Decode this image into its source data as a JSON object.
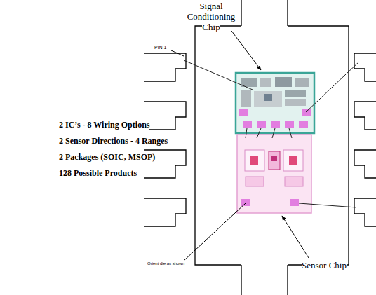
{
  "diagram": {
    "labels": [
      "Signal Conditioning Chip",
      "PIN 1",
      "2 IC’s - 8 Wiring Options",
      "2 Sensor Directions - 4 Ranges",
      "2 Packages (SOIC, MSOP)",
      "128 Possible Products",
      "Orient die as shown",
      "Sensor Chip"
    ]
  }
}
